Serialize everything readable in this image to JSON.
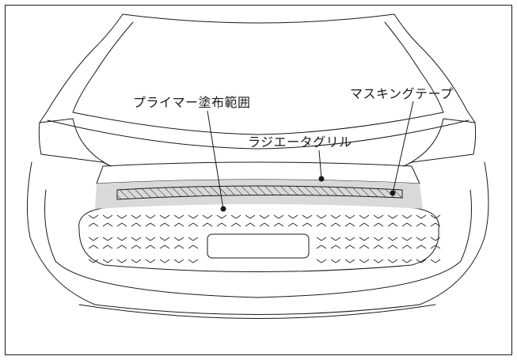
{
  "labels": {
    "primer_area": "プライマー塗布範囲",
    "masking_tape": "マスキングテープ",
    "radiator_grille": "ラジエータグリル"
  },
  "colors": {
    "line": "#1a1a1a",
    "tape_band": "#d9d9d9",
    "background": "#ffffff"
  }
}
